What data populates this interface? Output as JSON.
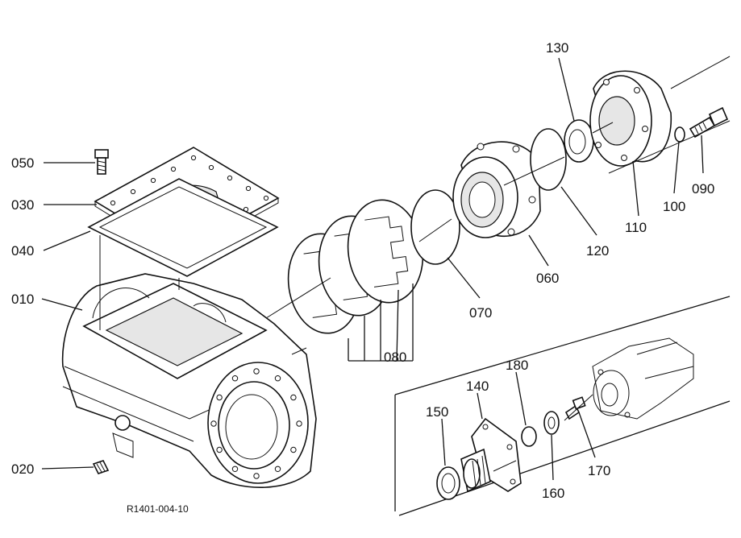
{
  "drawing": {
    "reference": "R1401-004-10"
  },
  "parts": [
    {
      "key": "p010",
      "number": "010"
    },
    {
      "key": "p020",
      "number": "020"
    },
    {
      "key": "p030",
      "number": "030"
    },
    {
      "key": "p040",
      "number": "040"
    },
    {
      "key": "p050",
      "number": "050"
    },
    {
      "key": "p060",
      "number": "060"
    },
    {
      "key": "p070",
      "number": "070"
    },
    {
      "key": "p080",
      "number": "080"
    },
    {
      "key": "p090",
      "number": "090"
    },
    {
      "key": "p100",
      "number": "100"
    },
    {
      "key": "p110",
      "number": "110"
    },
    {
      "key": "p120",
      "number": "120"
    },
    {
      "key": "p130",
      "number": "130"
    },
    {
      "key": "p140",
      "number": "140"
    },
    {
      "key": "p150",
      "number": "150"
    },
    {
      "key": "p160",
      "number": "160"
    },
    {
      "key": "p170",
      "number": "170"
    },
    {
      "key": "p180",
      "number": "180"
    }
  ]
}
